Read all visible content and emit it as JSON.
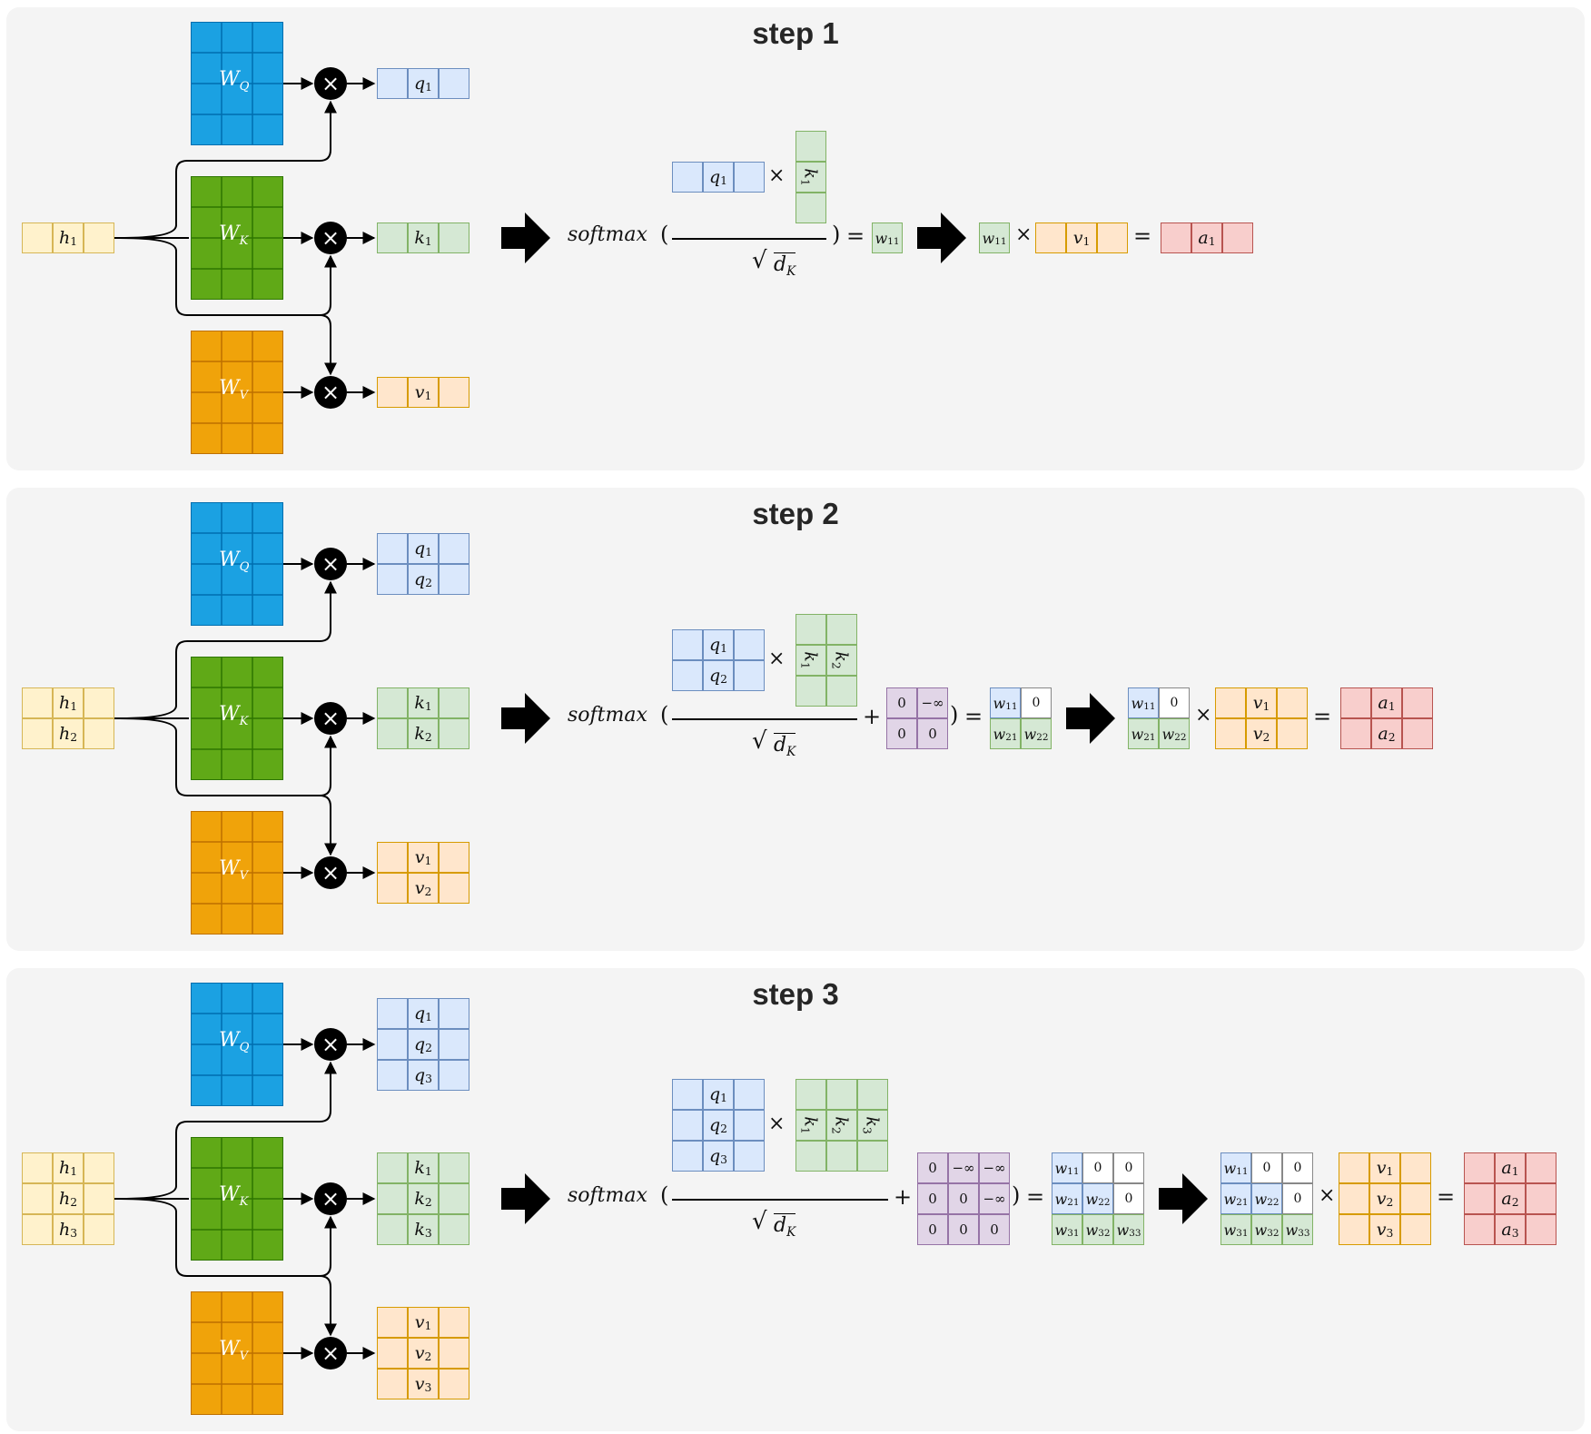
{
  "colors": {
    "panel_bg": "#f4f4f4",
    "h": {
      "fill": "#fff2cc",
      "stroke": "#d6b656"
    },
    "q": {
      "fill": "#dae8fc",
      "stroke": "#6c8ebf"
    },
    "k": {
      "fill": "#d5e8d4",
      "stroke": "#82b366"
    },
    "v": {
      "fill": "#ffe6cc",
      "stroke": "#d79b00"
    },
    "a": {
      "fill": "#f8cecc",
      "stroke": "#b85450"
    },
    "mask": {
      "fill": "#e1d5e7",
      "stroke": "#9673a6"
    },
    "w_blue": {
      "fill": "#dae8fc",
      "stroke": "#6c8ebf"
    },
    "w_green": {
      "fill": "#d5e8d4",
      "stroke": "#82b366"
    },
    "zero": {
      "fill": "#ffffff",
      "stroke": "#888888"
    },
    "WQ": {
      "fill": "#1ba1e2",
      "stroke": "#006eaf"
    },
    "WK": {
      "fill": "#60a917",
      "stroke": "#2d7600"
    },
    "WV": {
      "fill": "#f0a30a",
      "stroke": "#bd7000"
    }
  },
  "icons": {
    "multiply": "circle-times-icon",
    "arrow": "block-arrow-right-icon"
  },
  "steps": [
    {
      "title": "step 1",
      "h": [
        "h1"
      ],
      "q": [
        "q1"
      ],
      "k": [
        "k1"
      ],
      "v": [
        "v1"
      ],
      "mask": [],
      "w": [
        [
          "w11"
        ]
      ],
      "a": [
        "a1"
      ]
    },
    {
      "title": "step 2",
      "h": [
        "h1",
        "h2"
      ],
      "q": [
        "q1",
        "q2"
      ],
      "k": [
        "k1",
        "k2"
      ],
      "v": [
        "v1",
        "v2"
      ],
      "mask": [
        [
          "0",
          "−∞"
        ],
        [
          "0",
          "0"
        ]
      ],
      "w": [
        [
          "w11",
          "0"
        ],
        [
          "w21",
          "w22"
        ]
      ],
      "a": [
        "a1",
        "a2"
      ]
    },
    {
      "title": "step 3",
      "h": [
        "h1",
        "h2",
        "h3"
      ],
      "q": [
        "q1",
        "q2",
        "q3"
      ],
      "k": [
        "k1",
        "k2",
        "k3"
      ],
      "v": [
        "v1",
        "v2",
        "v3"
      ],
      "mask": [
        [
          "0",
          "−∞",
          "−∞"
        ],
        [
          "0",
          "0",
          "−∞"
        ],
        [
          "0",
          "0",
          "0"
        ]
      ],
      "w": [
        [
          "w11",
          "0",
          "0"
        ],
        [
          "w21",
          "w22",
          "0"
        ],
        [
          "w31",
          "w32",
          "w33"
        ]
      ],
      "a": [
        "a1",
        "a2",
        "a3"
      ]
    }
  ],
  "weights": {
    "WQ": "WQ",
    "WK": "WK",
    "WV": "WV"
  },
  "formula": {
    "softmax": "softmax",
    "open_paren": "(",
    "close_paren": ")",
    "times": "×",
    "plus": "+",
    "equals": "=",
    "sqrt": "√",
    "dk": "dK"
  }
}
